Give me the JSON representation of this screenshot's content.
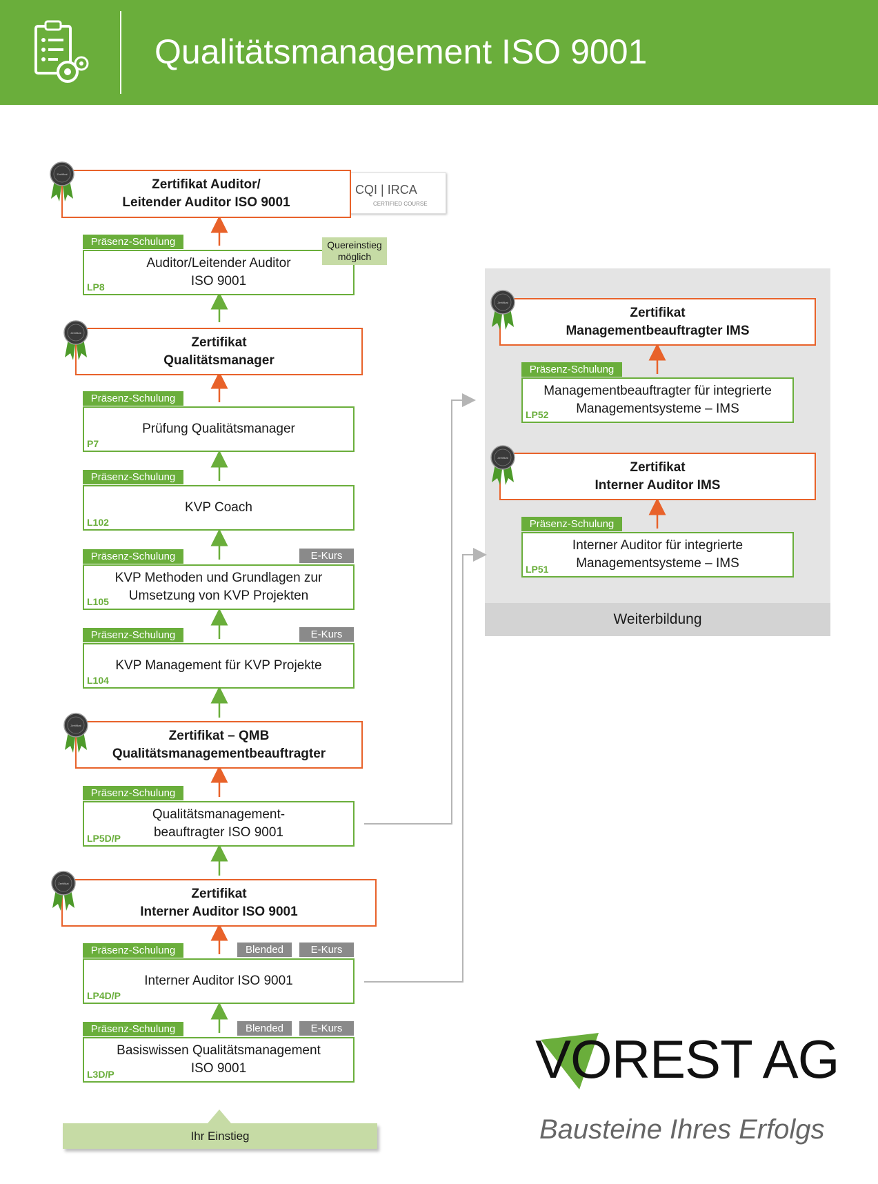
{
  "header": {
    "title": "Qualitätsmanagement ISO 9001"
  },
  "logo_cqi": {
    "cqi": "CQI",
    "irca": "IRCA",
    "sub": "CERTIFIED COURSE"
  },
  "certificates": [
    {
      "id": "cert-auditor",
      "line1": "Zertifikat Auditor/",
      "line2": "Leitender Auditor ISO 9001"
    },
    {
      "id": "cert-qm",
      "line1": "Zertifikat",
      "line2": "Qualitätsmanager"
    },
    {
      "id": "cert-qmb",
      "line1": "Zertifikat – QMB",
      "line2": "Qualitätsmanagementbeauftragter"
    },
    {
      "id": "cert-internal",
      "line1": "Zertifikat",
      "line2": "Interner Auditor ISO 9001"
    },
    {
      "id": "cert-ims-mb",
      "line1": "Zertifikat",
      "line2": "Managementbeauftragter IMS"
    },
    {
      "id": "cert-ims-ia",
      "line1": "Zertifikat",
      "line2": "Interner Auditor IMS"
    }
  ],
  "courses": [
    {
      "id": "lp8",
      "line1": "Auditor/Leitender Auditor",
      "line2": "ISO 9001",
      "code": "LP8"
    },
    {
      "id": "p7",
      "line1": "Prüfung Qualitätsmanager",
      "line2": "",
      "code": "P7"
    },
    {
      "id": "l102",
      "line1": "KVP Coach",
      "line2": "",
      "code": "L102"
    },
    {
      "id": "l105",
      "line1": "KVP Methoden und Grundlagen zur",
      "line2": "Umsetzung von KVP Projekten",
      "code": "L105"
    },
    {
      "id": "l104",
      "line1": "KVP Management für KVP Projekte",
      "line2": "",
      "code": "L104"
    },
    {
      "id": "lp5d",
      "line1": "Qualitätsmanagement-",
      "line2": "beauftragter ISO 9001",
      "code": "LP5D/P"
    },
    {
      "id": "lp4d",
      "line1": "Interner Auditor ISO 9001",
      "line2": "",
      "code": "LP4D/P"
    },
    {
      "id": "l3d",
      "line1": "Basiswissen Qualitätsmanagement",
      "line2": "ISO 9001",
      "code": "L3D/P"
    },
    {
      "id": "lp52",
      "line1": "Managementbeauftragter für integrierte",
      "line2": "Managementsysteme – IMS",
      "code": "LP52"
    },
    {
      "id": "lp51",
      "line1": "Interner Auditor für integrierte",
      "line2": "Managementsysteme – IMS",
      "code": "LP51"
    }
  ],
  "tags": {
    "praesenz": "Präsenz-Schulung",
    "ekurs": "E-Kurs",
    "blended": "Blended"
  },
  "quereinstieg": {
    "line1": "Quereinstieg",
    "line2": "möglich"
  },
  "panel": {
    "footer": "Weiterbildung"
  },
  "entry": {
    "label": "Ihr Einstieg"
  },
  "badge": {
    "label": "Zertifikat"
  },
  "brand": {
    "name": "VOREST AG",
    "slogan": "Bausteine Ihres Erfolgs"
  },
  "colors": {
    "green": "#6aae3b",
    "orange": "#e8622a",
    "grey_tag": "#8a8a8a",
    "panel": "#e4e4e4",
    "light_green": "#c6dba5"
  }
}
